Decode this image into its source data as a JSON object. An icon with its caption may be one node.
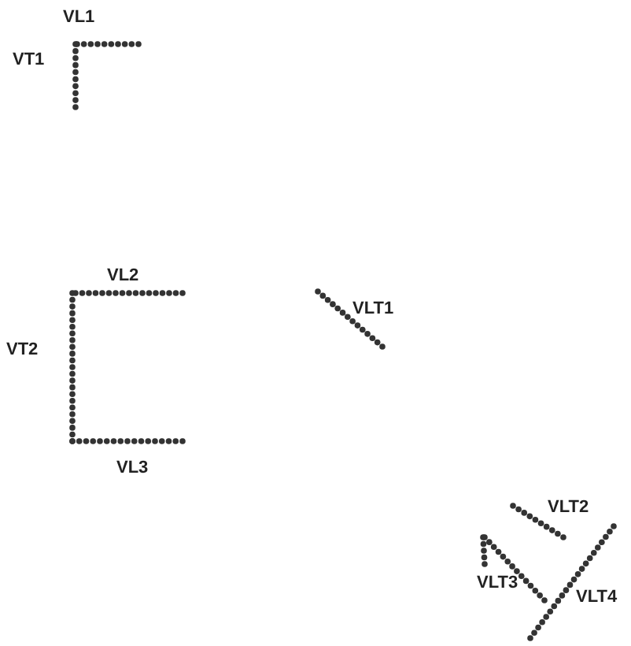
{
  "diagram": {
    "labels": [
      "VL1",
      "VT1",
      "VL2",
      "VT2",
      "VLT1",
      "VL3",
      "VLT2",
      "VLT3",
      "VLT4"
    ]
  }
}
